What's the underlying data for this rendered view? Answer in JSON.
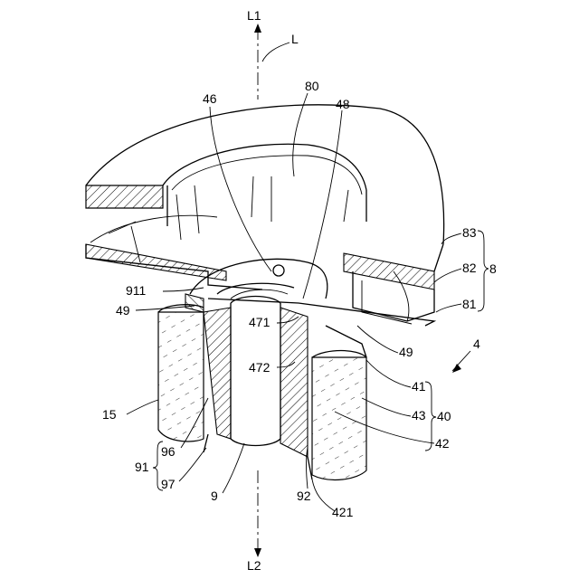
{
  "axis": {
    "top": "L1",
    "bottom": "L2",
    "axis_name": "L"
  },
  "labels": {
    "n80": "80",
    "n46": "46",
    "n48": "48",
    "n83": "83",
    "n82": "82",
    "n8": "8",
    "n81": "81",
    "n911": "911",
    "n49a": "49",
    "n471": "471",
    "n472": "472",
    "n49b": "49",
    "n4": "4",
    "n41": "41",
    "n43": "43",
    "n40": "40",
    "n42": "42",
    "n15": "15",
    "n96": "96",
    "n91": "91",
    "n97": "97",
    "n9": "9",
    "n92": "92",
    "n421": "421"
  },
  "colors": {
    "line": "#000000",
    "background": "#ffffff"
  }
}
